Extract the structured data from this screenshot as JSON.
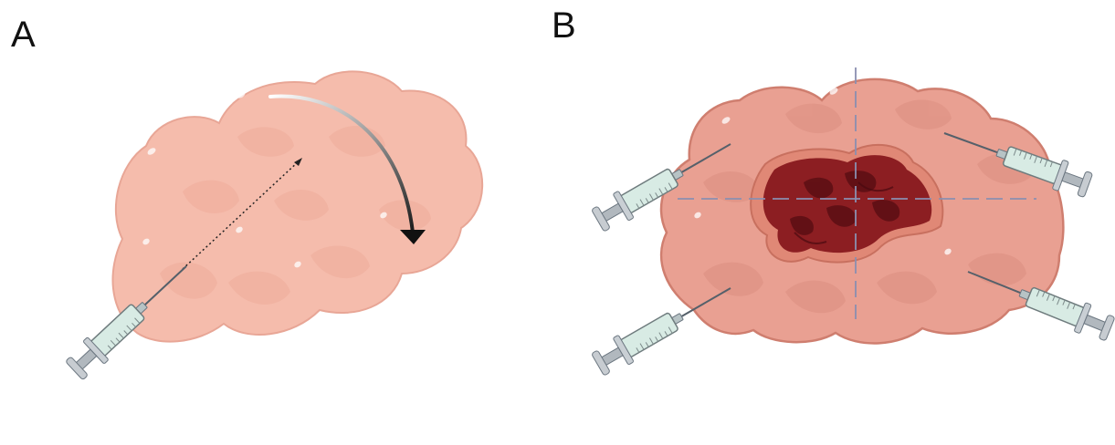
{
  "panels": [
    {
      "label": "A"
    },
    {
      "label": "B"
    }
  ],
  "colors": {
    "tumor_fill_a": "#f5bcac",
    "tumor_fill_b": "#e9a092",
    "tumor_edge": "#d9897a",
    "necrotic_core": "#8c1e22",
    "necrotic_dark": "#5e0f14",
    "syringe_barrel": "#d8ebe4",
    "syringe_metal": "#9aa2aa",
    "guide_lines": "#8a8fb0",
    "arrow": "#111111"
  },
  "icons": [
    "syringe-icon",
    "tumor-mass",
    "curved-arrow-icon",
    "dotted-trajectory-line"
  ]
}
